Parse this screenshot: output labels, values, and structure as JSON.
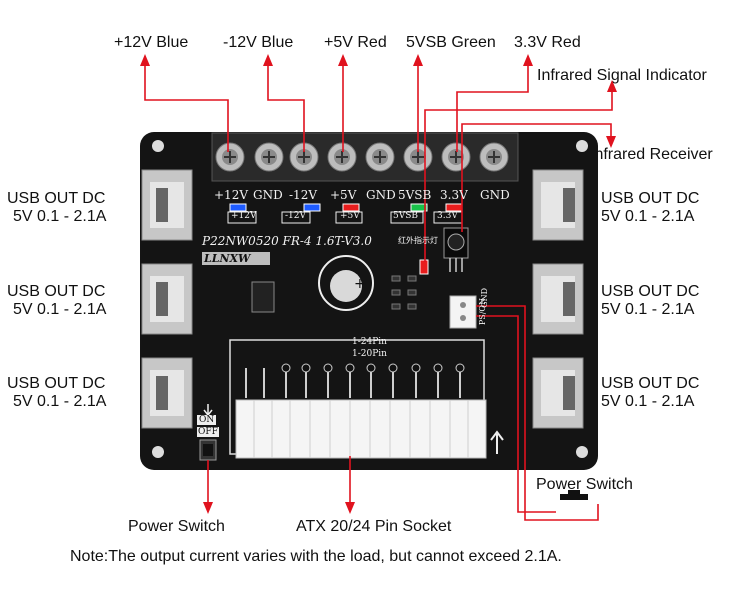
{
  "top_labels": {
    "p12": "+12V Blue",
    "n12": "-12V Blue",
    "p5": "+5V Red",
    "vsb": "5VSB Green",
    "v33": "3.3V Red"
  },
  "ir_indicator": "Infrared Signal Indicator",
  "ir_receiver": "Infrared Receiver",
  "usb_label": {
    "line1": "USB OUT DC",
    "line2": "5V 0.1 - 2.1A"
  },
  "power_switch_right": "Power Switch",
  "power_switch_bottom": "Power Switch",
  "atx_label": "ATX 20/24 Pin Socket",
  "note": "Note:The output current varies with the load, but cannot exceed 2.1A.",
  "board": {
    "silk_terminals": [
      "+12V",
      "GND",
      "-12V",
      "+5V",
      "GND",
      "5VSB",
      "3.3V",
      "GND"
    ],
    "led_labels": [
      "+12V",
      "-12V",
      "+5V",
      "5VSB",
      "3.3V"
    ],
    "model": "P22NW0520  FR-4  1.6T-V3.0",
    "brand": "LLNXW",
    "pin24": "1-24Pin",
    "pin20": "1-20Pin",
    "on": "ON",
    "off": "OFF",
    "ps_on": "PS/ON",
    "gnd": "GND",
    "ir_silk": "红外指示灯"
  },
  "colors": {
    "arrow": "#e0121e",
    "board": "#141414",
    "led_blue": "#1e5bff",
    "led_red": "#e81d1d",
    "led_green": "#19c24a"
  }
}
